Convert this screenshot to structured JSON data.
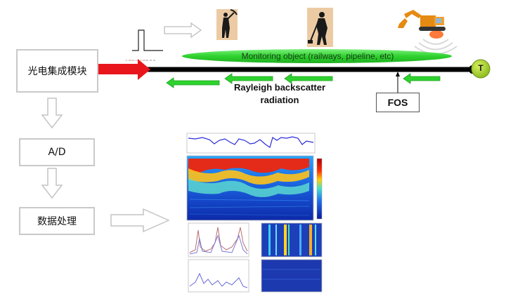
{
  "labels": {
    "module": "光电集成模块",
    "ad": "A/D",
    "processing": "数据处理",
    "monitoring_object": "Monitoring object (railways, pipeline, etc)",
    "rayleigh_line1": "Rayleigh backscatter",
    "rayleigh_line2": "radiation",
    "fos": "FOS",
    "terminal": "T"
  },
  "icons": {
    "worker_pickaxe": "worker-with-pickaxe-icon",
    "worker_shovel": "worker-with-shovel-icon",
    "excavator": "excavator-icon",
    "pulse": "laser-pulse-icon"
  },
  "colors": {
    "fiber": "#000000",
    "laser_arrow": "#e8161c",
    "backscatter_arrow": "#2fd22f",
    "monitoring_ellipse": "#39d439",
    "terminal": "#a5d42b",
    "box_border": "#c9c9c9",
    "hollow_arrow": "#c4c4c4",
    "plot_line": "#2b2bd6"
  }
}
